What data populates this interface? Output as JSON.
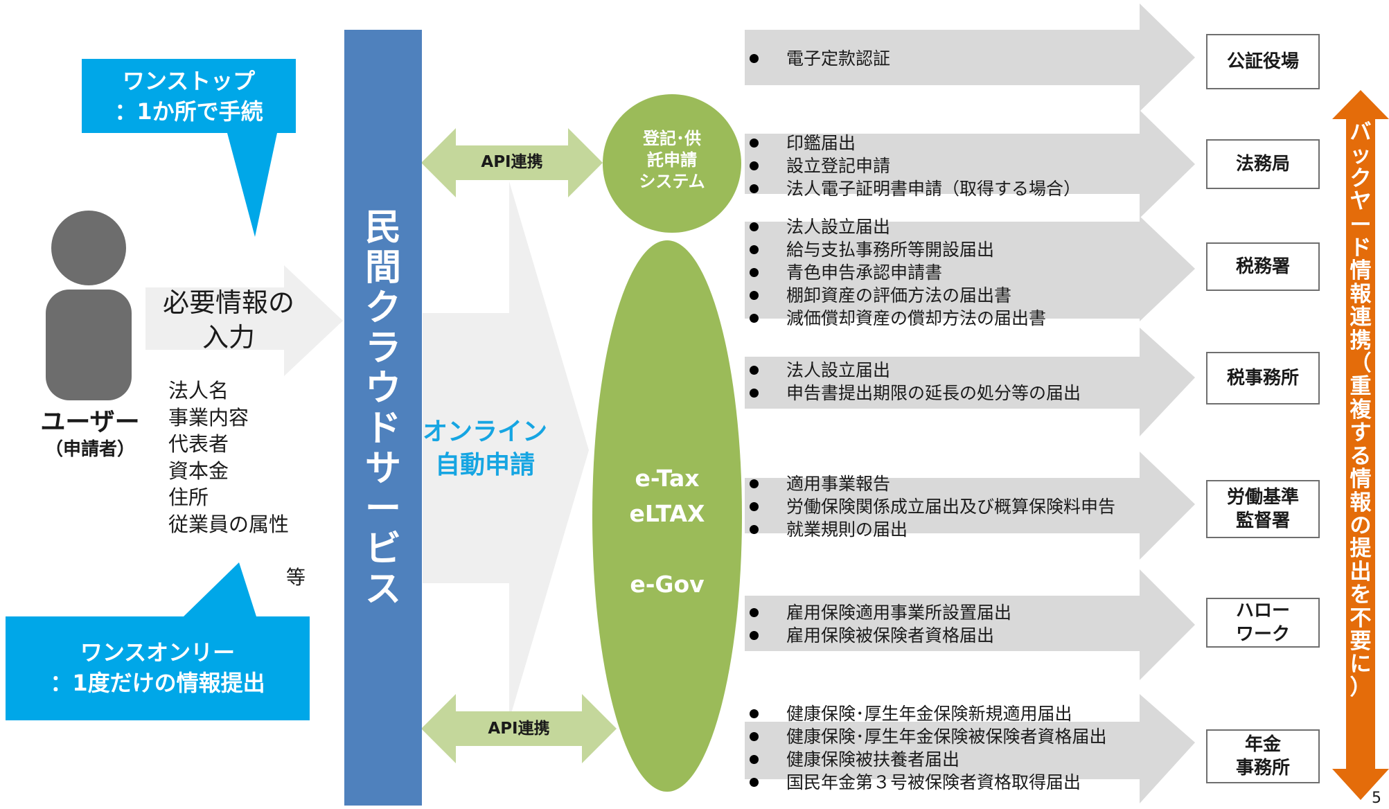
{
  "callouts": {
    "one_stop": [
      "ワンストップ",
      "：1か所で手続"
    ],
    "once_only": [
      "ワンスオンリー",
      "：1度だけの情報提出"
    ]
  },
  "user": {
    "label": "ユーザー",
    "sublabel": "（申請者）"
  },
  "input": {
    "title_lines": [
      "必要情報の",
      "入力"
    ],
    "items": [
      "法人名",
      "事業内容",
      "代表者",
      "資本金",
      "住所",
      "従業員の属性"
    ],
    "etc": "等"
  },
  "cloud_service": {
    "label": "民間クラウドサービス"
  },
  "auto_filing": [
    "オンライン",
    "自動申請"
  ],
  "api": {
    "top": "API連携",
    "bottom": "API連携"
  },
  "registry_system": [
    "登記･供",
    "託申請",
    "システム"
  ],
  "gov_systems": [
    "e-Tax",
    "eLTAX",
    "",
    "e-Gov"
  ],
  "destinations": [
    {
      "name": "公証役場",
      "items": [
        "電子定款認証"
      ]
    },
    {
      "name": "法務局",
      "items": [
        "印鑑届出",
        "設立登記申請",
        "法人電子証明書申請（取得する場合）"
      ]
    },
    {
      "name": "税務署",
      "items": [
        "法人設立届出",
        "給与支払事務所等開設届出",
        "青色申告承認申請書",
        "棚卸資産の評価方法の届出書",
        "減価償却資産の償却方法の届出書"
      ]
    },
    {
      "name": "税事務所",
      "items": [
        "法人設立届出",
        "申告書提出期限の延長の処分等の届出"
      ]
    },
    {
      "name": "労働基準\n監督署",
      "items": [
        "適用事業報告",
        "労働保険関係成立届出及び概算保険料申告",
        "就業規則の届出"
      ]
    },
    {
      "name": "ハロー\nワーク",
      "items": [
        "雇用保険適用事業所設置届出",
        "雇用保険被保険者資格届出"
      ]
    },
    {
      "name": "年金\n事務所",
      "items": [
        "健康保険･厚生年金保険新規適用届出",
        "健康保険･厚生年金保険被保険者資格届出",
        "健康保険被扶養者届出",
        "国民年金第３号被保険者資格取得届出"
      ]
    }
  ],
  "backyard": {
    "label": "バックヤード情報連携（重複する情報の提出を不要に）"
  },
  "page_number": "5",
  "colors": {
    "callout_blue": "#00a7e8",
    "cloud_blue": "#4f81bd",
    "green": "#9bbb59",
    "light_green": "#c4d79b",
    "orange": "#e46c0a",
    "gray_arrow": "#d9d9d9",
    "light_gray": "#efefef",
    "user_gray": "#6d6d6d",
    "auto_text_blue": "#16a5e2"
  }
}
